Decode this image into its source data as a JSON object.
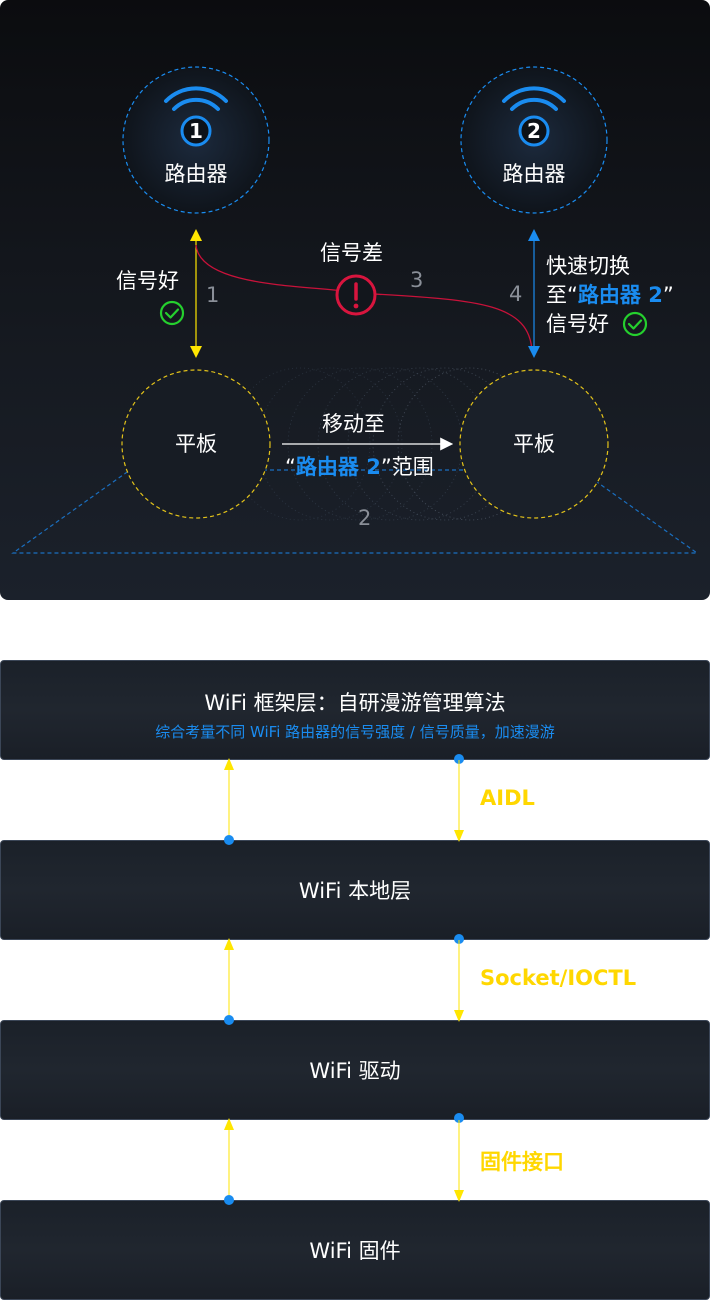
{
  "top": {
    "router1": {
      "index": "1",
      "label": "路由器"
    },
    "router2": {
      "index": "2",
      "label": "路由器"
    },
    "signal_good_left": "信号好",
    "signal_bad": "信号差",
    "step1": "1",
    "step2": "2",
    "step3": "3",
    "step4": "4",
    "switch_line1": "快速切换",
    "switch_line2_prefix": "至",
    "switch_line2_quote_open": "“",
    "switch_line2_router": "路由器 2",
    "switch_line2_quote_close": "”",
    "switch_line3": "信号好",
    "tablet_left": "平板",
    "tablet_right": "平板",
    "move_line1": "移动至",
    "move_quote_open": "“",
    "move_router": "路由器 2",
    "move_quote_close": "”",
    "move_suffix": "范围"
  },
  "layers": [
    {
      "title": "WiFi 框架层：自研漫游管理算法",
      "subtitle": "综合考量不同 WiFi 路由器的信号强度 / 信号质量，加速漫游"
    },
    {
      "title": "WiFi 本地层"
    },
    {
      "title": "WiFi 驱动"
    },
    {
      "title": "WiFi 固件"
    }
  ],
  "interfaces": [
    "AIDL",
    "Socket/IOCTL",
    "固件接口"
  ],
  "colors": {
    "accent_blue": "#1a8cf0",
    "warning_red": "#d8153e",
    "ok_green": "#25d02e",
    "arrow_yellow": "#ffe600"
  }
}
